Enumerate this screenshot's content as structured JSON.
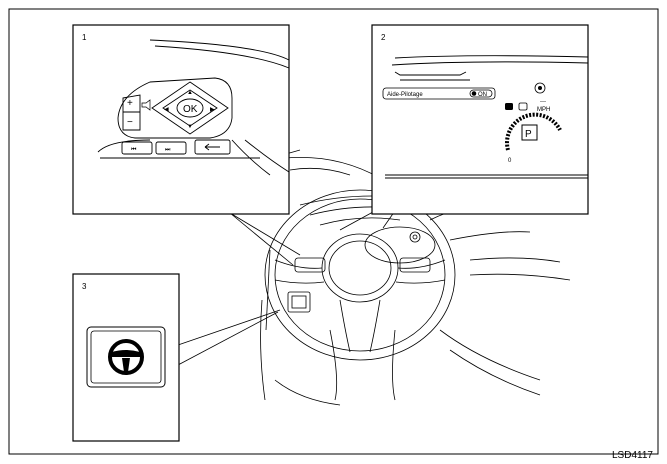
{
  "figure_code": "LSD4117",
  "panels": [
    {
      "number": "1",
      "content": "steering-switch-closeup"
    },
    {
      "number": "2",
      "content": "meter-display"
    },
    {
      "number": "3",
      "content": "steering-assist-indicator"
    }
  ],
  "switch_labels": {
    "ok": "OK",
    "plus": "+",
    "minus": "−",
    "up": "▲",
    "down": "▼",
    "left": "◀",
    "right": "▶",
    "prev": "⏮",
    "next": "⏭"
  },
  "display": {
    "menu_text": "Aide-Pilotage",
    "toggle_text": "ON",
    "gear": "P",
    "speed_unit": "MPH",
    "speed_value": "---",
    "gauge_zero": "0"
  },
  "colors": {
    "line": "#000000",
    "background": "#ffffff"
  }
}
